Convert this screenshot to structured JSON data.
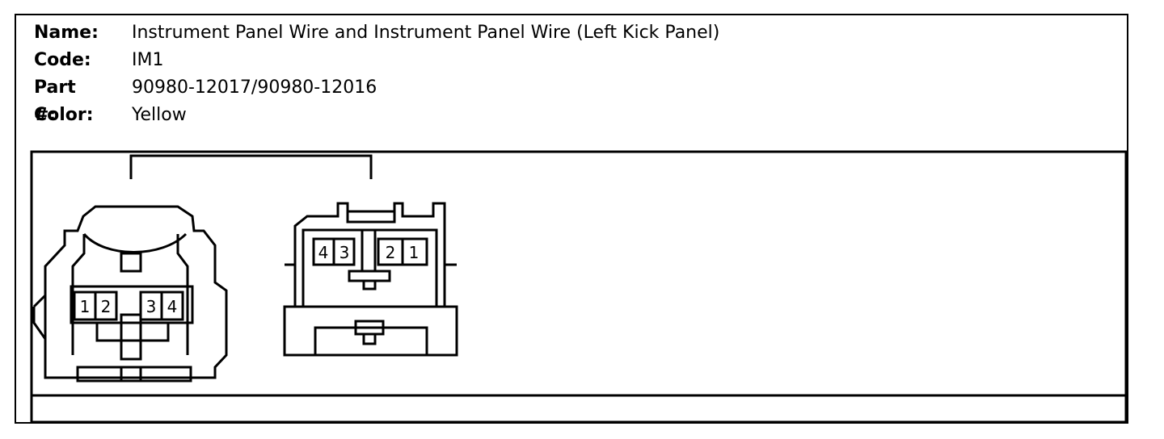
{
  "header": {
    "name_label": "Name:",
    "name_value": "Instrument Panel Wire and Instrument Panel Wire (Left Kick Panel)",
    "code_label": "Code:",
    "code_value": "IM1",
    "part_label": "Part #:",
    "part_value": "90980-12017/90980-12016",
    "color_label": "Color:",
    "color_value": "Yellow"
  },
  "connectors": {
    "left_pins": [
      "1",
      "2",
      "3",
      "4"
    ],
    "right_pins": [
      "4",
      "3",
      "2",
      "1"
    ]
  }
}
